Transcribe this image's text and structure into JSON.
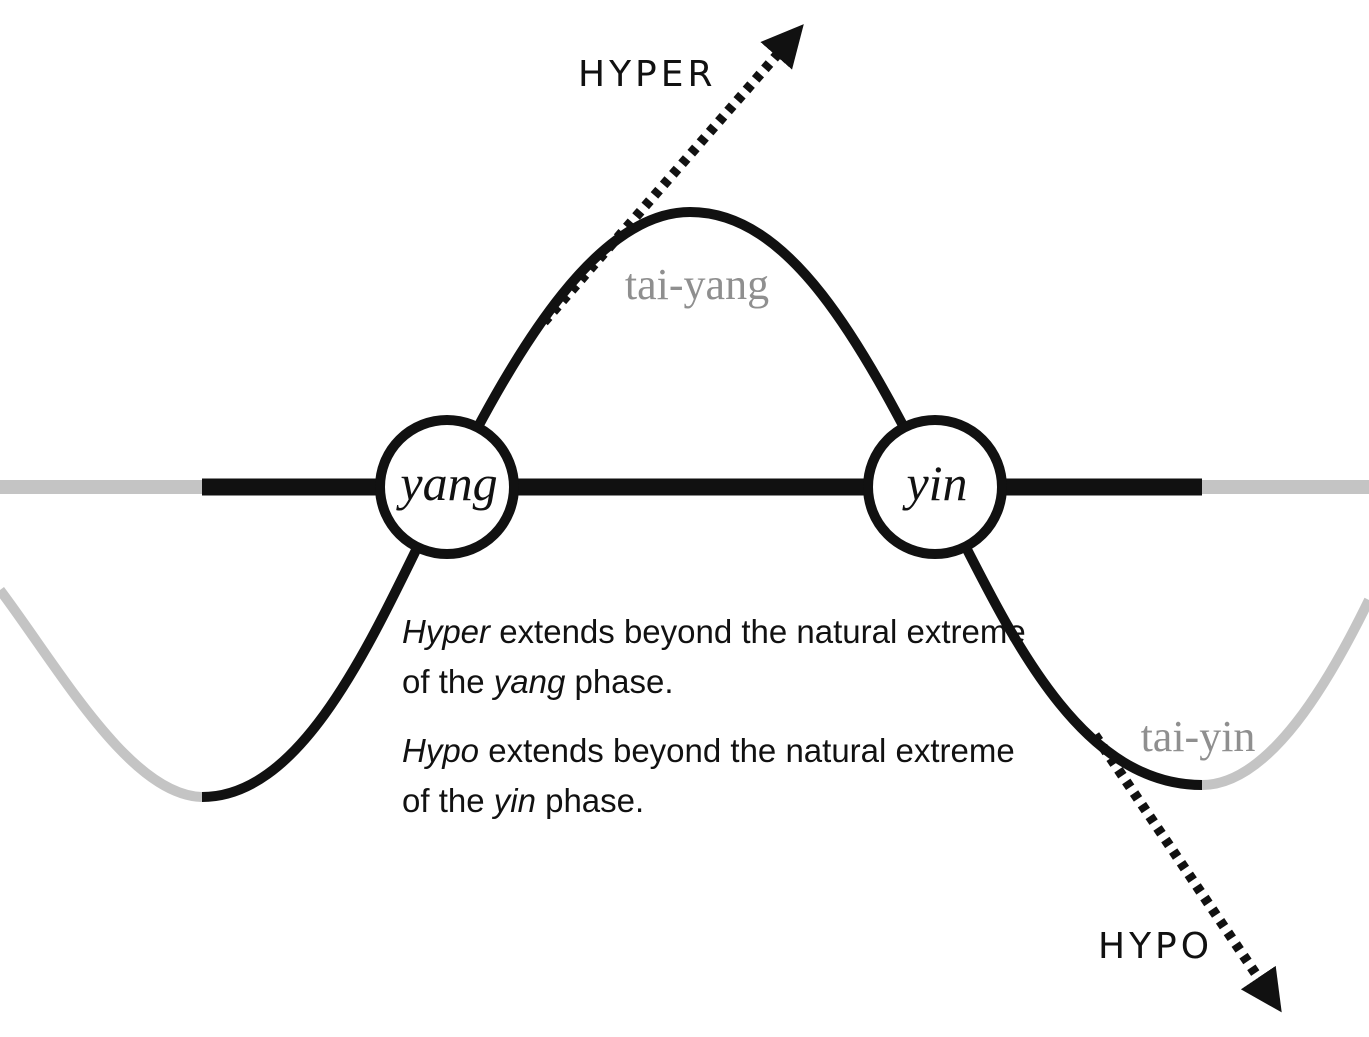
{
  "labels": {
    "hyper_arrow": "HYPER",
    "hypo_arrow": "HYPO",
    "yang_node": "yang",
    "yin_node": "yin",
    "tai_yang": "tai-yang",
    "tai_yin": "tai-yin"
  },
  "captions": {
    "hyper": {
      "term": "Hyper",
      "text_a": " extends beyond the natural extreme of the ",
      "phase": "yang",
      "text_b": " phase."
    },
    "hypo": {
      "term": "Hypo",
      "text_a": " extends beyond the natural extreme of the ",
      "phase": "yin",
      "text_b": " phase."
    }
  },
  "colors": {
    "ink": "#111111",
    "faded_wave": "#c4c4c4",
    "phase_label": "#8f8f8f"
  }
}
